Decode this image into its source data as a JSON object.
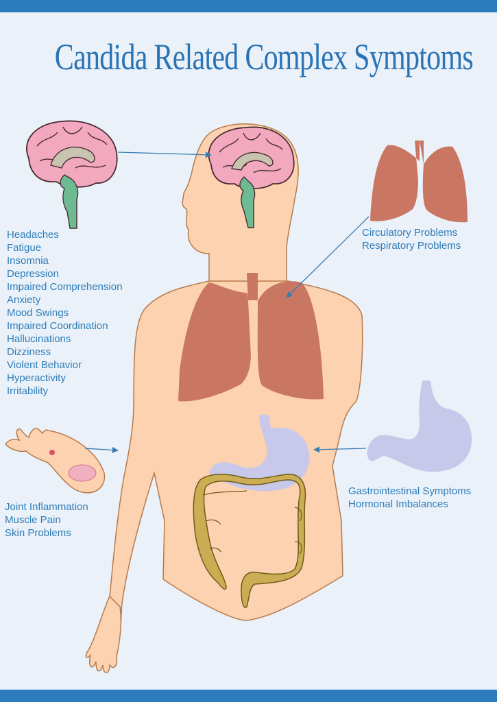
{
  "title": "Candida Related Complex Symptoms",
  "colors": {
    "bar": "#2c7bbd",
    "title": "#2a73b5",
    "text": "#2e7db8",
    "skin": "#fcd2b0",
    "skin_outline": "#b67a4b",
    "brain": "#f2a9bf",
    "brain_outline": "#4a2a30",
    "brainstem": "#6dbb93",
    "lungs": "#c97763",
    "stomach": "#c8c9ea",
    "intestine": "#cbad54",
    "intestine_outline": "#6f5a1b",
    "arrow": "#3a7bb0"
  },
  "neuro_symptoms": [
    "Headaches",
    "Fatigue",
    "Insomnia",
    "Depression",
    "Impaired Comprehension",
    "Anxiety",
    "Mood Swings",
    "Impaired Coordination",
    "Hallucinations",
    "Dizziness",
    "Violent Behavior",
    "Hyperactivity",
    "Irritability"
  ],
  "lung_symptoms": [
    "Circulatory Problems",
    "Respiratory Problems"
  ],
  "gut_symptoms": [
    "Gastrointestinal Symptoms",
    "Hormonal Imbalances"
  ],
  "skin_symptoms": [
    "Joint Inflammation",
    "Muscle Pain",
    "Skin Problems"
  ]
}
